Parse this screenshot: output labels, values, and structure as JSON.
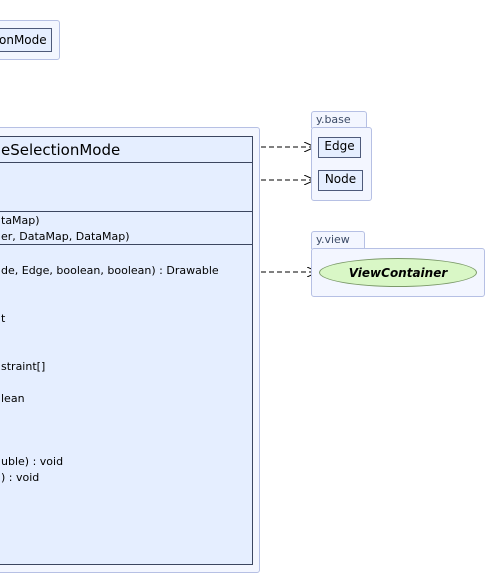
{
  "top_class": {
    "name": "onMode"
  },
  "main_class": {
    "name": "eSelectionMode",
    "constructors": [
      "taMap)",
      "er, DataMap, DataMap)"
    ],
    "methods": [
      "de, Edge, boolean, boolean) : Drawable",
      "",
      "",
      "t",
      "",
      "",
      "straint[]",
      "",
      "lean",
      "",
      "",
      "",
      "uble) : void",
      ") : void"
    ]
  },
  "packages": [
    {
      "name": "y.base",
      "classes": [
        "Edge",
        "Node"
      ]
    },
    {
      "name": "y.view",
      "classes": [
        "ViewContainer"
      ]
    }
  ],
  "colors": {
    "class_fill": "#e5eeff",
    "interface_fill": "#d9f7c6",
    "package_fill": "#f3f6ff",
    "package_border": "#b6c0e4"
  }
}
